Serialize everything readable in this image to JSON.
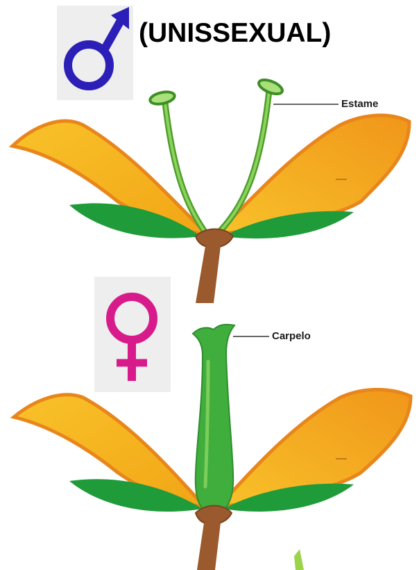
{
  "title": "(UNISSEXUAL)",
  "male_flower": {
    "symbol_icon": "male-symbol-icon",
    "label": "Estame",
    "symbol_color": "#2b1fb8"
  },
  "female_flower": {
    "symbol_icon": "female-symbol-icon",
    "label": "Carpelo",
    "symbol_color": "#d81b8a"
  },
  "colors": {
    "petal": "#f6b21a",
    "petal_edge": "#e8861c",
    "sepal": "#1f9b3a",
    "stamen": "#6cc24a",
    "carpel": "#3fae3c",
    "stem": "#9a5a2e"
  }
}
